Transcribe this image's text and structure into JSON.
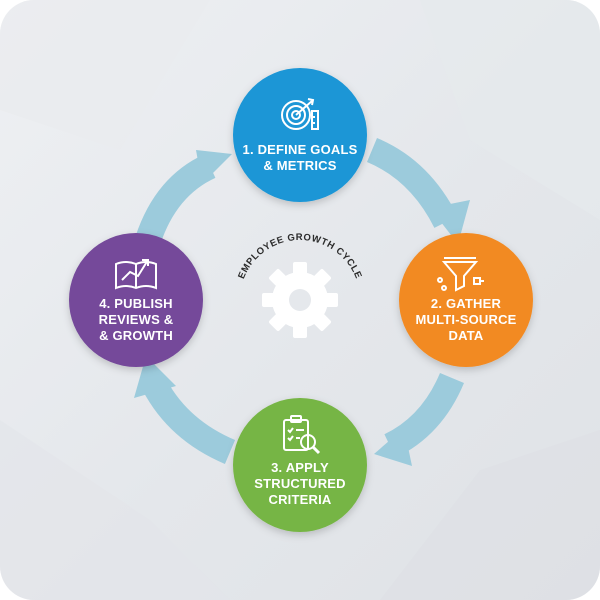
{
  "diagram": {
    "center_title": "EMPLOYEE GROWTH CYCLE",
    "center_icon": "gear-icon",
    "steps": [
      {
        "label": "1. DEFINE GOALS\n& METRICS",
        "icon": "target-icon",
        "color": "#1a96d6"
      },
      {
        "label": "2. GATHER\nMULTI-SOURCE\nDATA",
        "icon": "funnel-icon",
        "color": "#f28a22"
      },
      {
        "label": "3.     APPLY\nSTRUCTURED\nCRITERIA",
        "icon": "clipboard-search-icon",
        "color": "#76b545"
      },
      {
        "label": "4. PUBLISH\nREVIEWS &\n& GROWTH",
        "icon": "book-growth-icon",
        "color": "#74499a"
      }
    ],
    "arrow_color": "#9ccbdc"
  }
}
